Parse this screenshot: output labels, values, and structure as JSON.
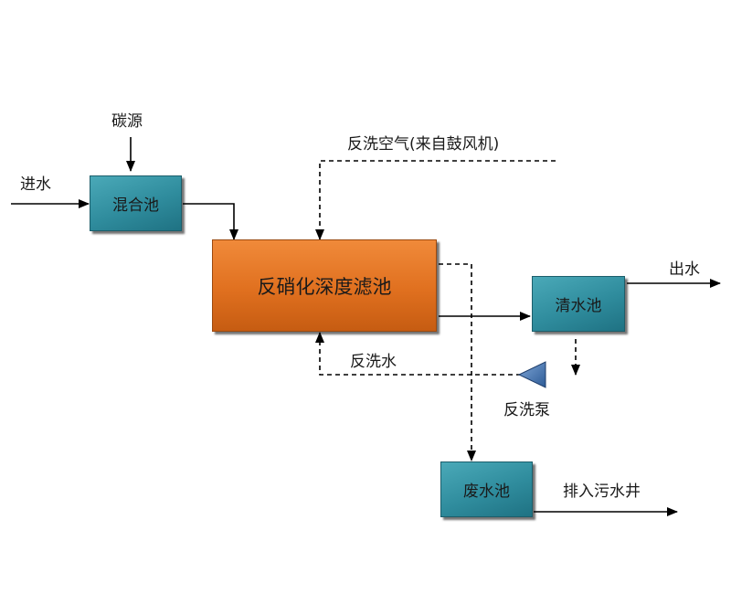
{
  "nodes": {
    "mixing_tank": "混合池",
    "filter": "反硝化深度滤池",
    "clear_tank": "清水池",
    "waste_tank": "废水池"
  },
  "labels": {
    "carbon_source": "碳源",
    "inlet": "进水",
    "backwash_air": "反洗空气(来自鼓风机)",
    "outlet": "出水",
    "backwash_water": "反洗水",
    "backwash_pump": "反洗泵",
    "to_sewer": "排入污水井"
  },
  "colors": {
    "tank": "#2f8c9d",
    "filter": "#e0701f",
    "pump": "#3a6aa5",
    "line": "#000000"
  }
}
